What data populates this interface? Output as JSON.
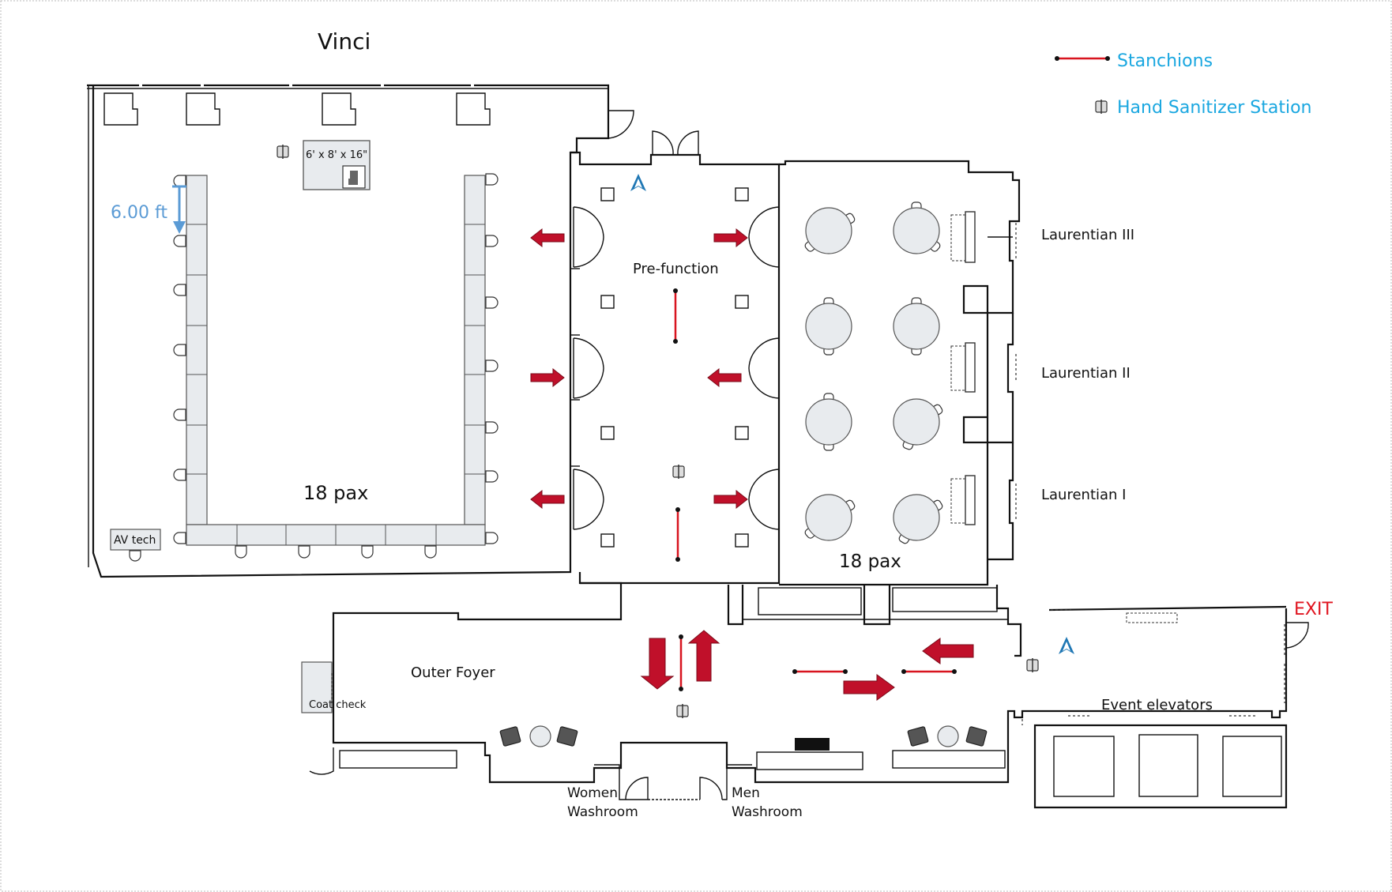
{
  "legend": {
    "stanchions_label": "Stanchions",
    "sanitizer_label": "Hand Sanitizer Station",
    "label_color": "#1aa7e0",
    "stanchion_color": "#d8141f"
  },
  "rooms": {
    "vinci": "Vinci",
    "prefunction": "Pre-function",
    "laurentian_3": "Laurentian III",
    "laurentian_2": "Laurentian II",
    "laurentian_1": "Laurentian I",
    "outer_foyer": "Outer Foyer",
    "coat_check": "Coat check",
    "women_washroom_1": "Women",
    "women_washroom_2": "Washroom",
    "men_washroom_1": "Men",
    "men_washroom_2": "Washroom",
    "event_elevators": "Event elevators",
    "exit": "EXIT"
  },
  "vinci": {
    "capacity": "18 pax",
    "av_tech": "AV tech",
    "stage_dims": "6' x 8' x 16\"",
    "spacing_label": "6.00 ft",
    "spacing_color": "#5b9bd5"
  },
  "laurentian": {
    "capacity": "18 pax"
  },
  "colors": {
    "arrow": "#c0102a",
    "exit": "#e0141f",
    "north_marker": "#1f77b4"
  },
  "icons": [
    "hand-sanitizer-icon",
    "north-marker-icon",
    "flow-arrow-icon",
    "armchair-icon",
    "podium-icon"
  ]
}
